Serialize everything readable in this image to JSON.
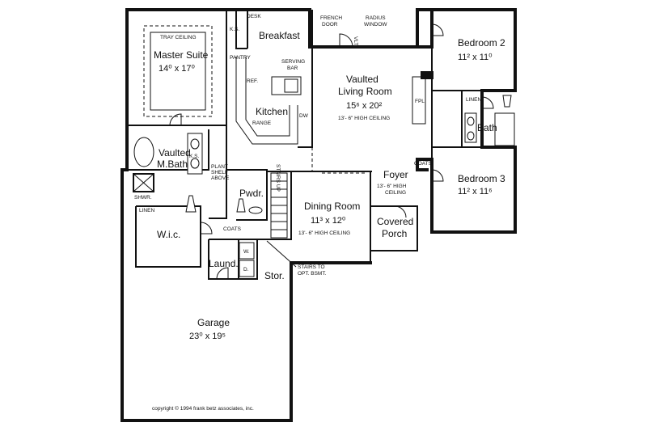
{
  "rooms": {
    "master_suite": {
      "name": "Master Suite",
      "dims": "14⁰ x 17⁰",
      "ceiling_note": "TRAY CEILING"
    },
    "breakfast": {
      "name": "Breakfast"
    },
    "kitchen": {
      "name": "Kitchen"
    },
    "living_room": {
      "name_line1": "Vaulted",
      "name_line2": "Living Room",
      "dims": "15⁶ x 20²",
      "ceiling_note": "13'- 6\" HIGH CEILING"
    },
    "bedroom2": {
      "name": "Bedroom 2",
      "dims": "11² x 11⁰"
    },
    "bedroom3": {
      "name": "Bedroom 3",
      "dims": "11² x 11⁶"
    },
    "bath": {
      "name": "Bath"
    },
    "master_bath": {
      "name_line1": "Vaulted",
      "name_line2": "M.Bath"
    },
    "powder": {
      "name": "Pwdr."
    },
    "dining_room": {
      "name": "Dining Room",
      "dims": "11³ x 12⁰",
      "ceiling_note": "13'- 6\" HIGH CEILING"
    },
    "foyer": {
      "name": "Foyer",
      "ceiling_line1": "13'- 6\" HIGH",
      "ceiling_line2": "CEILING"
    },
    "covered_porch": {
      "name_line1": "Covered",
      "name_line2": "Porch"
    },
    "wic": {
      "name": "W.i.c."
    },
    "laundry": {
      "name": "Laund."
    },
    "storage": {
      "name": "Stor."
    },
    "garage": {
      "name": "Garage",
      "dims": "23⁰ x 19⁵"
    }
  },
  "labels": {
    "desk": "DESK",
    "ks_top": "K.S.",
    "ks_bath": "K.S.",
    "pantry": "PANTRY",
    "serving_bar_line1": "SERVING",
    "serving_bar_line2": "BAR",
    "ref": "REF.",
    "dw": "DW",
    "range": "RANGE",
    "french_door_line1": "FRENCH",
    "french_door_line2": "DOOR",
    "radius_window_line1": "RADIUS",
    "radius_window_line2": "WINDOW",
    "vlt": "VLT.",
    "fpl": "FPL.",
    "linen_bath": "LINEN",
    "linen_master": "LINEN",
    "coats_foyer": "COATS",
    "coats_hall": "COATS",
    "plant_shelf_line1": "PLANT",
    "plant_shelf_line2": "SHELF",
    "plant_shelf_line3": "ABOVE",
    "shower": "SHWR.",
    "stairs_up": "STAIRS UP",
    "washer": "W.",
    "dryer": "D.",
    "stairs_bsmt_line1": "STAIRS TO",
    "stairs_bsmt_line2": "OPT. BSMT."
  },
  "copyright": "copyright © 1994 frank betz associates, inc."
}
